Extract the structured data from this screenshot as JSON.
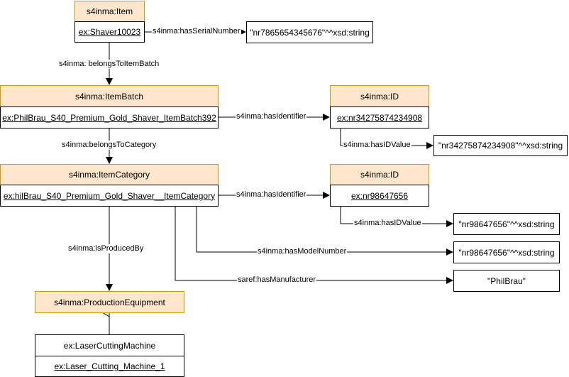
{
  "item": {
    "class": "s4inma:Item",
    "instance": "ex:Shaver10023"
  },
  "serial_literal": "\"nr7865654345676\"^^xsd:string",
  "item_batch": {
    "class": "s4inma:ItemBatch",
    "instance": "ex:PhilBrau_S40_Premium_Gold_Shaver_ItemBatch392"
  },
  "id_batch": {
    "class": "s4inma:ID",
    "instance": "ex:nr34275874234908"
  },
  "id_batch_literal": "\"nr34275874234908\"^^xsd:string",
  "item_category": {
    "class": "s4inma:ItemCategory",
    "instance": "ex:hilBrau_S40_Premium_Gold_Shaver__ItemCategory"
  },
  "id_category": {
    "class": "s4inma:ID",
    "instance": "ex:nr98647656"
  },
  "id_category_literal": "\"nr98647656\"^^xsd:string",
  "model_number_literal": "\"nr98647656\"^^xsd:string",
  "manufacturer_literal": "\"PhilBrau\"",
  "production_equipment": {
    "class": "s4inma:ProductionEquipment"
  },
  "laser_machine": {
    "class": "ex:LaserCuttingMachine",
    "instance": "ex:Laser_Cutting_Machine_1"
  },
  "edges": {
    "has_serial_number": "s4inma:hasSerialNumber",
    "belongs_to_item_batch": "s4inma: belongsToItemBatch",
    "belongs_to_category": "s4inma:belongsToCategory",
    "has_identifier_batch": "s4inma:hasIdentifier",
    "has_id_value_batch": "s4inma:hasIDValue",
    "has_identifier_category": "s4inma:hasIdentifier",
    "has_id_value_category": "s4inma:hasIDValue",
    "has_model_number": "s4inma:hasModelNumber",
    "has_manufacturer": "saref:hasManufacturer",
    "is_produced_by": "s4inma:isProducedBy"
  },
  "colors": {
    "header_fill": "#ffe6cc",
    "header_border": "#d79b00",
    "line": "#000000"
  }
}
